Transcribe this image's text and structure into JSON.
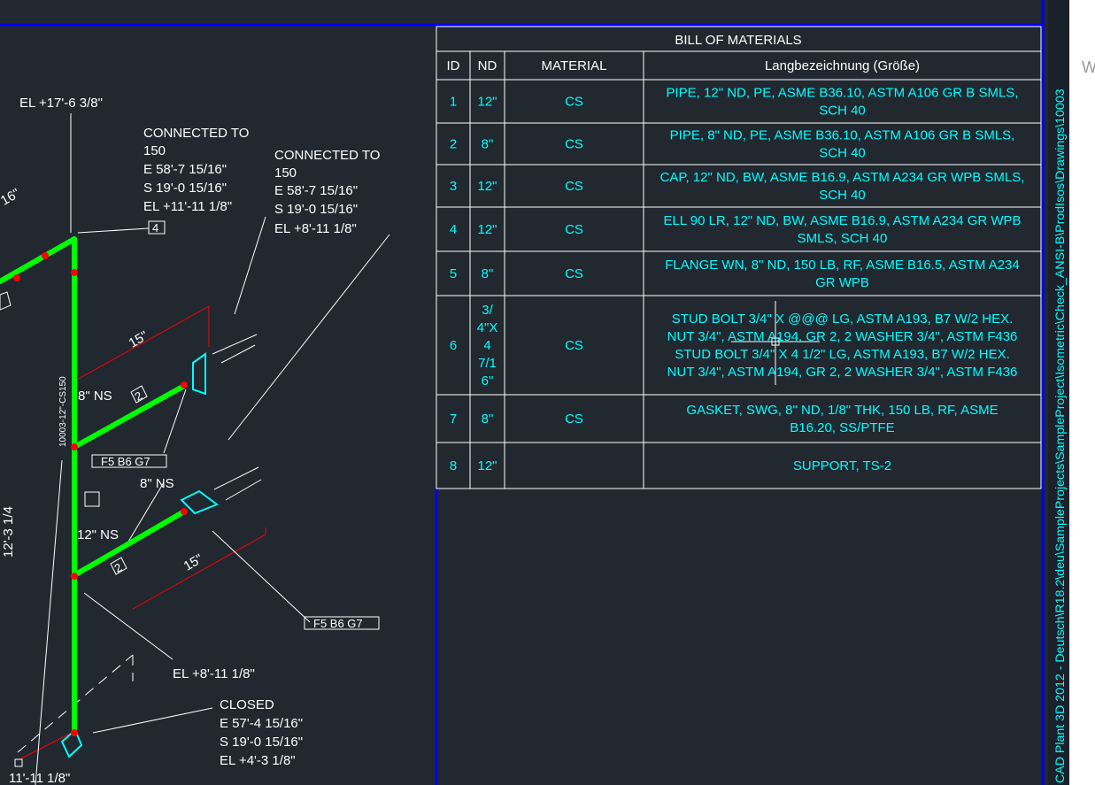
{
  "bom": {
    "title": "BILL OF MATERIALS",
    "headers": [
      "ID",
      "ND",
      "MATERIAL",
      "Langbezeichnung (Größe)"
    ],
    "rows": [
      {
        "id": "1",
        "nd": [
          "12\""
        ],
        "material": "CS",
        "desc": [
          "PIPE, 12\" ND, PE, ASME B36.10, ASTM A106 GR B SMLS,",
          "SCH 40"
        ]
      },
      {
        "id": "2",
        "nd": [
          "8\""
        ],
        "material": "CS",
        "desc": [
          "PIPE, 8\" ND, PE, ASME B36.10, ASTM A106 GR B SMLS,",
          "SCH 40"
        ]
      },
      {
        "id": "3",
        "nd": [
          "12\""
        ],
        "material": "CS",
        "desc": [
          "CAP, 12\" ND, BW, ASME B16.9, ASTM A234 GR WPB SMLS,",
          "SCH 40"
        ]
      },
      {
        "id": "4",
        "nd": [
          "12\""
        ],
        "material": "CS",
        "desc": [
          "ELL 90 LR, 12\" ND, BW, ASME B16.9, ASTM A234 GR WPB",
          "SMLS, SCH 40"
        ]
      },
      {
        "id": "5",
        "nd": [
          "8\""
        ],
        "material": "CS",
        "desc": [
          "FLANGE WN, 8\" ND, 150 LB, RF, ASME B16.5, ASTM A234",
          "GR WPB"
        ]
      },
      {
        "id": "6",
        "nd": [
          "3/",
          "4\"X",
          "4",
          "7/1",
          "6\""
        ],
        "material": "CS",
        "desc": [
          "STUD BOLT 3/4\" X @@@ LG, ASTM A193, B7 W/2 HEX.",
          "NUT 3/4\", ASTM A194, GR 2, 2 WASHER 3/4\", ASTM F436",
          "STUD BOLT 3/4\" X 4 1/2\" LG, ASTM A193, B7 W/2 HEX.",
          "NUT 3/4\", ASTM A194, GR 2, 2 WASHER 3/4\", ASTM F436"
        ]
      },
      {
        "id": "7",
        "nd": [
          "8\""
        ],
        "material": "CS",
        "desc": [
          "GASKET, SWG, 8\" ND, 1/8\" THK, 150 LB, RF, ASME",
          "B16.20, SS/PTFE"
        ]
      },
      {
        "id": "8",
        "nd": [
          "12\""
        ],
        "material": "",
        "desc": [
          "SUPPORT, TS-2"
        ]
      }
    ]
  },
  "drawing": {
    "el_top": "EL +17'-6 3/8\"",
    "conn1": [
      "CONNECTED TO",
      "150",
      "E 58'-7 15/16\"",
      "S 19'-0 15/16\"",
      "EL +11'-11 1/8\""
    ],
    "conn2": [
      "CONNECTED TO",
      "150",
      "E 58'-7 15/16\"",
      "S 19'-0 15/16\"",
      "EL +8'-11 1/8\""
    ],
    "closed": [
      "CLOSED",
      "E 57'-4 15/16\"",
      "S 19'-0 15/16\"",
      "EL +4'-3 1/8\""
    ],
    "el_mid": "EL +8'-11 1/8\"",
    "tag_4": "4",
    "tag_2a": "2",
    "tag_2b": "2",
    "f5_1": "F5 B6 G7",
    "f5_2": "F5 B6 G7",
    "ns_8a": "8\" NS",
    "ns_8b": "8\" NS",
    "ns_12": "12\" NS",
    "dim_15a": "15\"",
    "dim_15b": "15\"",
    "line_no": "10003-12\"-CS150",
    "frag_16": "16\"",
    "frag_vert": "12'-3 1/4",
    "frag_bottom": "11'-11 1/8\"",
    "frag_w": "W"
  },
  "sidebar": {
    "path": "CAD Plant 3D 2012 - Deutsch\\R18.2\\deu\\SampleProjects\\SampleProject\\Isometric\\Check_ANSI-B\\ProdIsos\\Drawings\\10003"
  },
  "colors": {
    "background": "#212830",
    "pipe": "#00ff00",
    "frame": "#0000ff",
    "bom_text": "#00ffff",
    "dimension": "#ff0000",
    "weld": "#ff0000"
  }
}
